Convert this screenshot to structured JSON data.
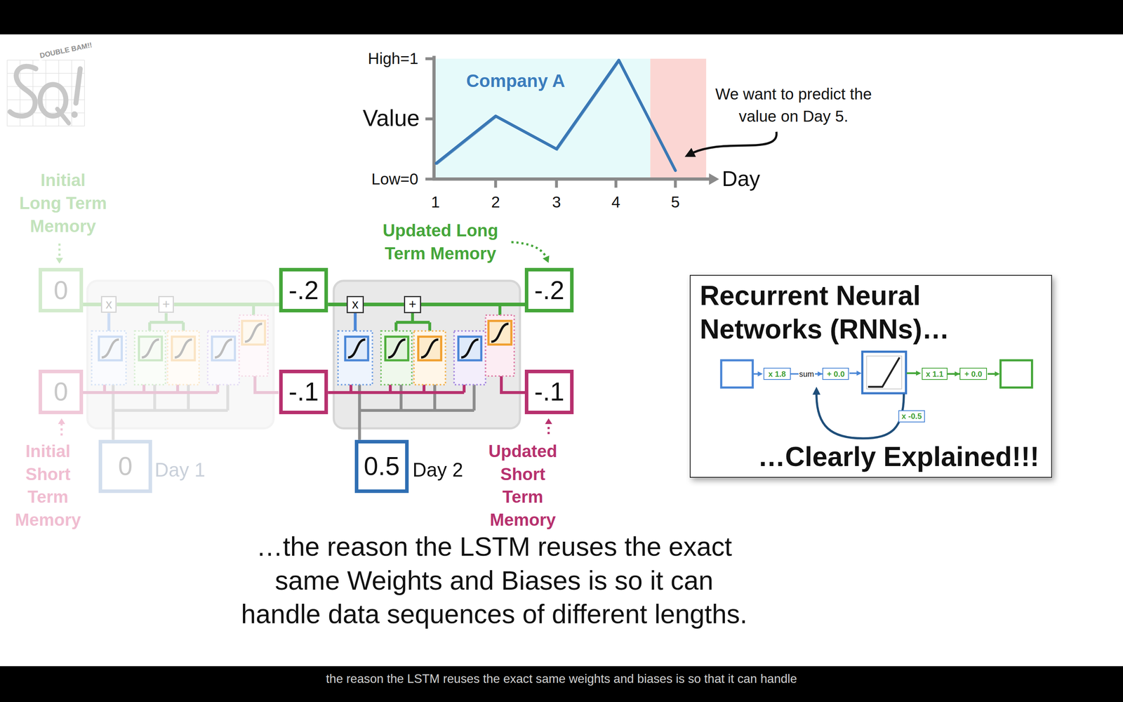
{
  "diagram": {
    "caption": "…the reason the LSTM reuses the exact same Weights and Biases is so it can handle data sequences of different lengths.",
    "nodes": [
      {
        "text": [
          "0"
        ]
      },
      {
        "text": [
          "x"
        ]
      },
      {
        "text": [
          "+"
        ]
      },
      {
        "text": [
          "-.2"
        ]
      },
      {
        "text": [
          "x"
        ]
      },
      {
        "text": [
          "+"
        ]
      },
      {
        "text": [
          "-.2"
        ]
      },
      {
        "text": [
          "0"
        ]
      },
      {
        "text": [
          "-.1"
        ]
      },
      {
        "text": [
          "-.1"
        ]
      },
      {
        "text": [
          "0"
        ]
      },
      {
        "text": [
          "0.5"
        ]
      },
      {
        "text": [
          "Recurrent Neural Networks (RNNs)…",
          "…Clearly Explained!!!"
        ]
      },
      {
        "text": [
          "x 1.8"
        ],
        "in": 12
      },
      {
        "text": [
          "+ 0.0"
        ],
        "in": 12
      },
      {
        "text": [
          "x 1.1"
        ],
        "in": 12
      },
      {
        "text": [
          "+ 0.0"
        ],
        "in": 12
      },
      {
        "text": [
          "x -0.5"
        ],
        "in": 12
      }
    ],
    "edges": [
      {
        "from": 0,
        "to": 1,
        "arrow": "none"
      },
      {
        "from": 1,
        "to": 2,
        "arrow": "none"
      },
      {
        "from": 2,
        "to": 3,
        "arrow": "none"
      },
      {
        "from": 3,
        "to": 4,
        "arrow": "none"
      },
      {
        "from": 4,
        "to": 5,
        "arrow": "none"
      },
      {
        "from": 5,
        "to": 6,
        "arrow": "none"
      },
      {
        "from": 13,
        "to": 14,
        "label": "sum",
        "arrow": "to"
      },
      {
        "from": 15,
        "to": 16,
        "arrow": "to"
      }
    ],
    "labels": [
      "DOUBLE BAM!!",
      "High=1",
      "Value",
      "Low=0",
      "1",
      "2",
      "3",
      "4",
      "5",
      "Day",
      "Company A",
      "We want to predict the value on Day 5.",
      "Initial Long Term Memory",
      "Updated Long Term Memory",
      "Initial Short Term Memory",
      "Day 1",
      "Day 2",
      "Updated Short Term Memory",
      "the reason the LSTM reuses the exact same weights and biases is so that it can handle"
    ]
  }
}
